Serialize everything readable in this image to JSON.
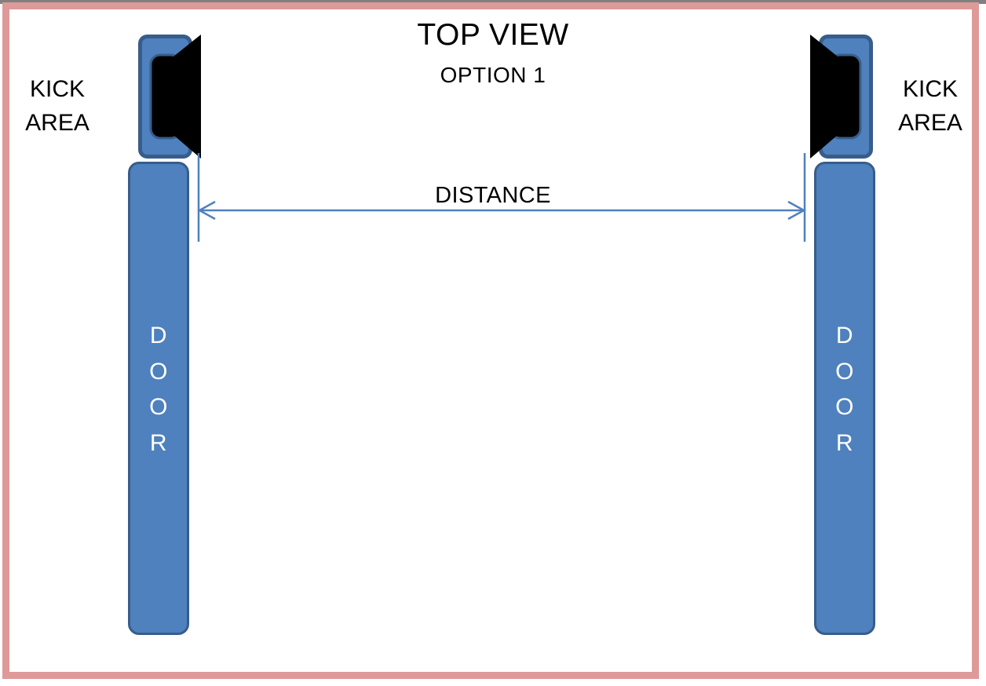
{
  "document": {
    "title_main": "TOP VIEW",
    "title_sub": "OPTION 1",
    "border_color": "#DE9A99",
    "outer_line_color": "#808080",
    "background": "#ffffff"
  },
  "colors": {
    "shape_fill": "#4E81BD",
    "shape_stroke": "#385D8A",
    "cone_black": "#000000",
    "dimension_line": "#4E81BD",
    "label_text": "#000000",
    "door_text": "#FFFFFF"
  },
  "labels": {
    "kick_area_left": "KICK\nAREA",
    "kick_area_right": "KICK\nAREA",
    "distance": "DISTANCE",
    "door_left": "D\nO\nO\nR",
    "door_right": "D\nO\nO\nR"
  },
  "shapes": {
    "speaker_left": {
      "name": "speaker-left",
      "orientation": "cone-points-right"
    },
    "speaker_right": {
      "name": "speaker-right",
      "orientation": "cone-points-left"
    },
    "door_left": {
      "name": "door-left"
    },
    "door_right": {
      "name": "door-right"
    }
  },
  "dimension": {
    "label": "DISTANCE",
    "arrow_style": "double-headed",
    "extension_lines": 2
  }
}
